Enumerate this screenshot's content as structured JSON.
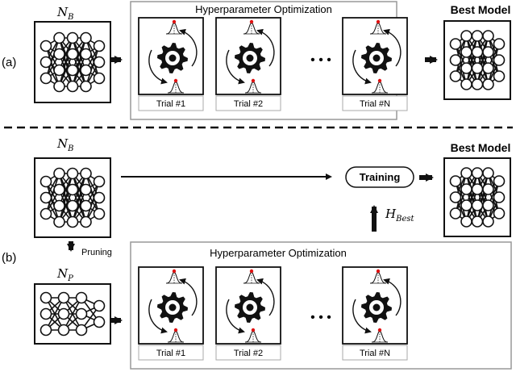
{
  "panel_a": {
    "label": "(a)",
    "network_symbol": "N",
    "network_subscript": "B",
    "hpo_title": "Hyperparameter Optimization",
    "trials": [
      "Trial #1",
      "Trial #2",
      "Trial #N"
    ],
    "ellipsis": "• • •",
    "best_title": "Best Model"
  },
  "panel_b": {
    "label": "(b)",
    "network_symbol": "N",
    "network_subscript": "B",
    "pruned_symbol": "N",
    "pruned_subscript": "P",
    "pruning_label": "Pruning",
    "training_label": "Training",
    "h_symbol": "H",
    "h_subscript": "Best",
    "hpo_title": "Hyperparameter Optimization",
    "trials": [
      "Trial #1",
      "Trial #2",
      "Trial #N"
    ],
    "ellipsis": "• • •",
    "best_title": "Best Model"
  },
  "colors": {
    "red_marker": "#e01010",
    "frame": "#111111",
    "hpo_border": "#999999"
  }
}
